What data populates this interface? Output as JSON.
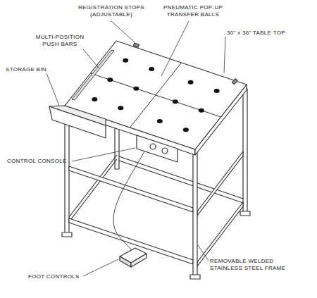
{
  "diagram": {
    "labels": [
      "REGISTRATION STOPS (ADJUSTABLE)",
      "PNEUMATIC POP-UP TRANSFER BALLS",
      "MULTI-POSITION PUSH BARS",
      "30\" x 36\" TABLE TOP",
      "STORAGE BIN",
      "CONTROL CONSOLE",
      "FOOT CONTROLS",
      "REMOVABLE WELDED STAINLESS STEEL FRAME"
    ]
  }
}
